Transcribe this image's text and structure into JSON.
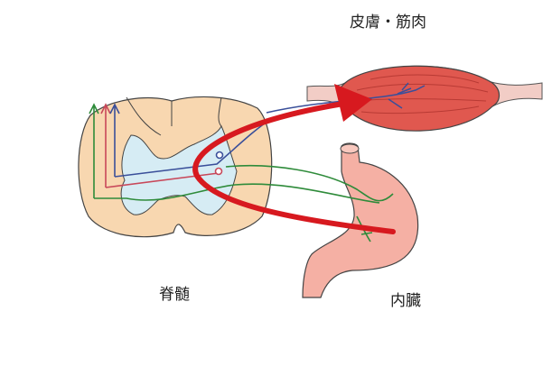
{
  "labels": {
    "skin_muscle": "皮膚・筋肉",
    "spinal_cord": "脊髄",
    "viscera": "内臓"
  },
  "colors": {
    "arrow": "#d7191f",
    "spinal_cord": "#f8d7b0",
    "gray_matter": "#d6ecf4",
    "muscle": "#e0584f",
    "stomach": "#f5b0a4",
    "nerve_green": "#2e8b3a",
    "nerve_red": "#c8485a",
    "nerve_blue": "#3a4f9a"
  }
}
